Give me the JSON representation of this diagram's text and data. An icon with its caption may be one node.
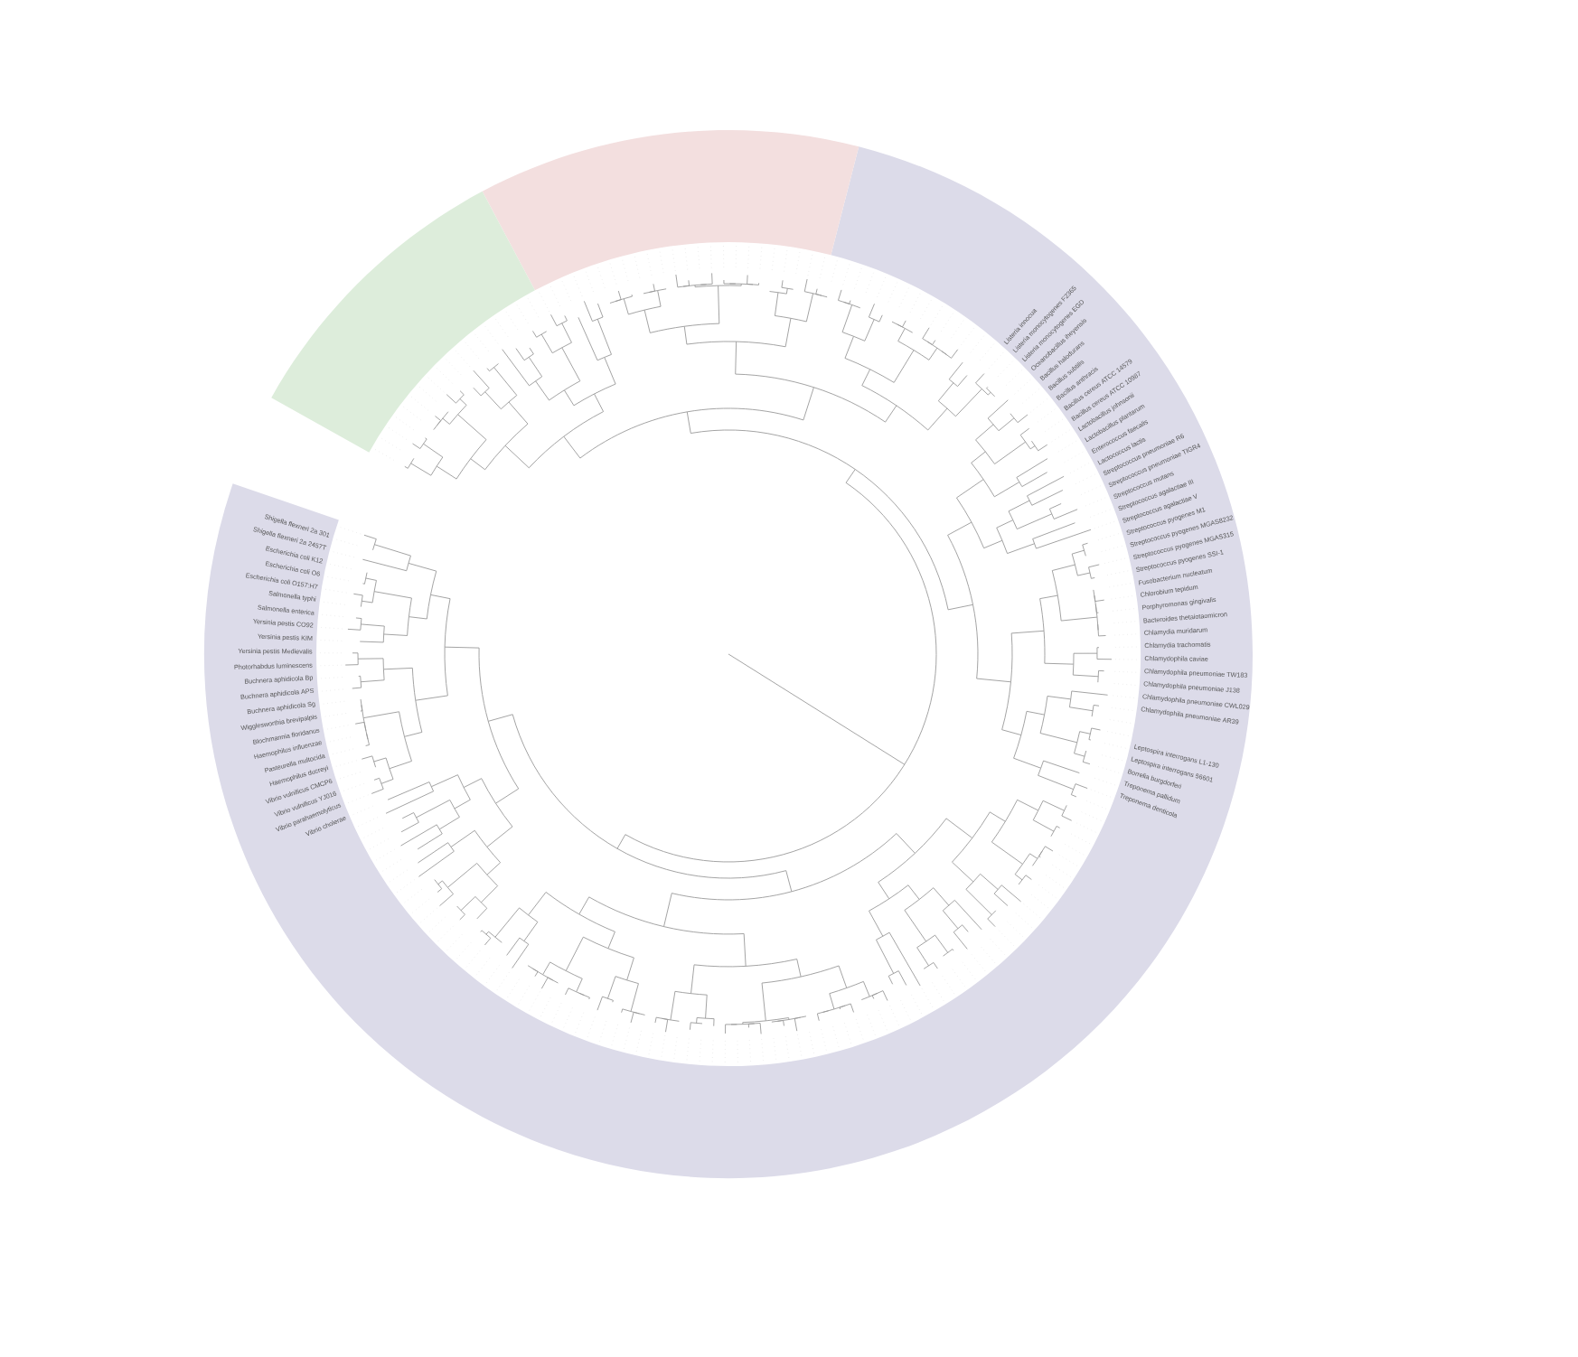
{
  "diagram": {
    "labels": [
      "Listeria innocua",
      "Listeria monocytogenes F2365",
      "Listeria monocytogenes EGD",
      "Oceanobacillus iheyensis",
      "Bacillus halodurans",
      "Bacillus subtilis",
      "Bacillus anthracis",
      "Bacillus cereus ATCC 14579",
      "Bacillus cereus ATCC 10987",
      "Lactobacillus johnsonii",
      "Lactobacillus plantarum",
      "Enterococcus faecalis",
      "Lactococcus lactis",
      "Streptococcus pneumoniae R6",
      "Streptococcus pneumoniae TIGR4",
      "Streptococcus mutans",
      "Streptococcus agalactiae III",
      "Streptococcus agalactiae V",
      "Streptococcus pyogenes M1",
      "Streptococcus pyogenes MGAS8232",
      "Streptococcus pyogenes MGAS315",
      "Streptococcus pyogenes SSI-1",
      "Fusobacterium nucleatum",
      "Chlorobium tepidum",
      "Porphyromonas gingivalis",
      "Bacteroides thetaiotaomicron",
      "Chlamydia muridarum",
      "Chlamydia trachomatis",
      "Chlamydophila caviae",
      "Chlamydophila pneumoniae TW183",
      "Chlamydophila pneumoniae J138",
      "Chlamydophila pneumoniae CWL029",
      "Chlamydophila pneumoniae AR39",
      "Leptospira interrogans L1-130",
      "Leptospira interrogans 56601",
      "Borrelia burgdorferi",
      "Treponema pallidum",
      "Treponema denticola",
      "Shigella flexneri 2a 301",
      "Shigella flexneri 2a 2457T",
      "Escherichia coli K12",
      "Escherichia coli O6",
      "Escherichia coli O157:H7",
      "Salmonella typhi",
      "Salmonella enterica",
      "Yersinia pestis CO92",
      "Yersinia pestis KIM",
      "Yersinia pestis Medievalis",
      "Photorhabdus luminescens",
      "Buchnera aphidicola Bp",
      "Buchnera aphidicola APS",
      "Buchnera aphidicola Sg",
      "Wigglesworthia brevipalpis",
      "Blochmannia floridanus",
      "Haemophilus influenzae",
      "Pasteurella multocida",
      "Haemophilus ducreyi",
      "Vibrio vulnificus CMCP6",
      "Vibrio vulnificus YJ016",
      "Vibrio parahaemolyticus",
      "Vibrio cholerae"
    ]
  }
}
